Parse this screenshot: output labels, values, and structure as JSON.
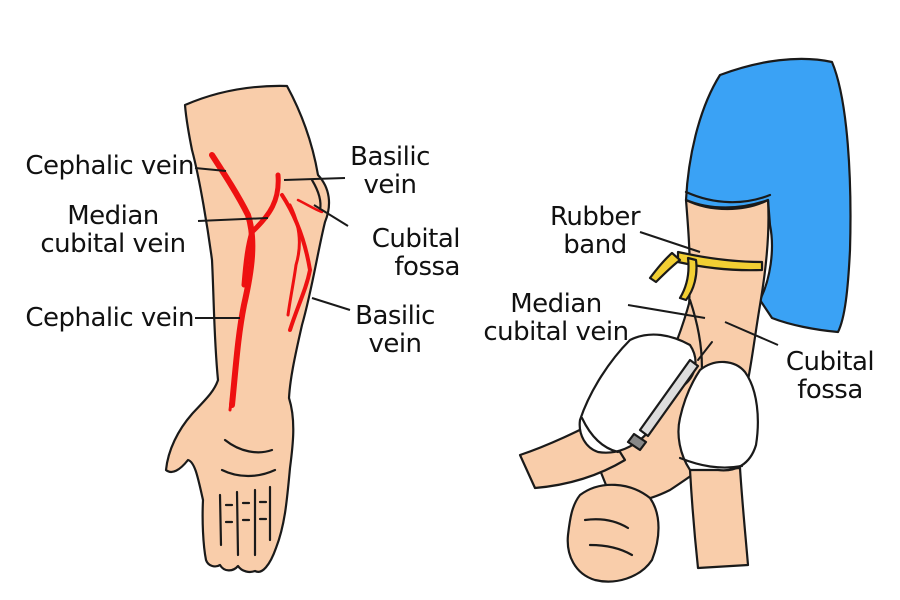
{
  "colors": {
    "skin": "#f9cdaa",
    "vein": "#ee1111",
    "sleeve": "#3aa2f5",
    "band": "#f2cf33",
    "glove": "#ffffff",
    "outline": "#1a1a1a"
  },
  "left_figure": {
    "cephalic_vein_upper": "Cephalic vein",
    "median_cubital_vein": [
      "Median",
      "cubital vein"
    ],
    "cephalic_vein_lower": "Cephalic vein",
    "basilic_vein_upper": [
      "Basilic",
      "vein"
    ],
    "cubital_fossa": [
      "Cubital",
      "fossa"
    ],
    "basilic_vein_lower": [
      "Basilic",
      "vein"
    ]
  },
  "right_figure": {
    "rubber_band": [
      "Rubber",
      "band"
    ],
    "median_cubital_vein": [
      "Median",
      "cubital vein"
    ],
    "cubital_fossa": [
      "Cubital",
      "fossa"
    ]
  }
}
